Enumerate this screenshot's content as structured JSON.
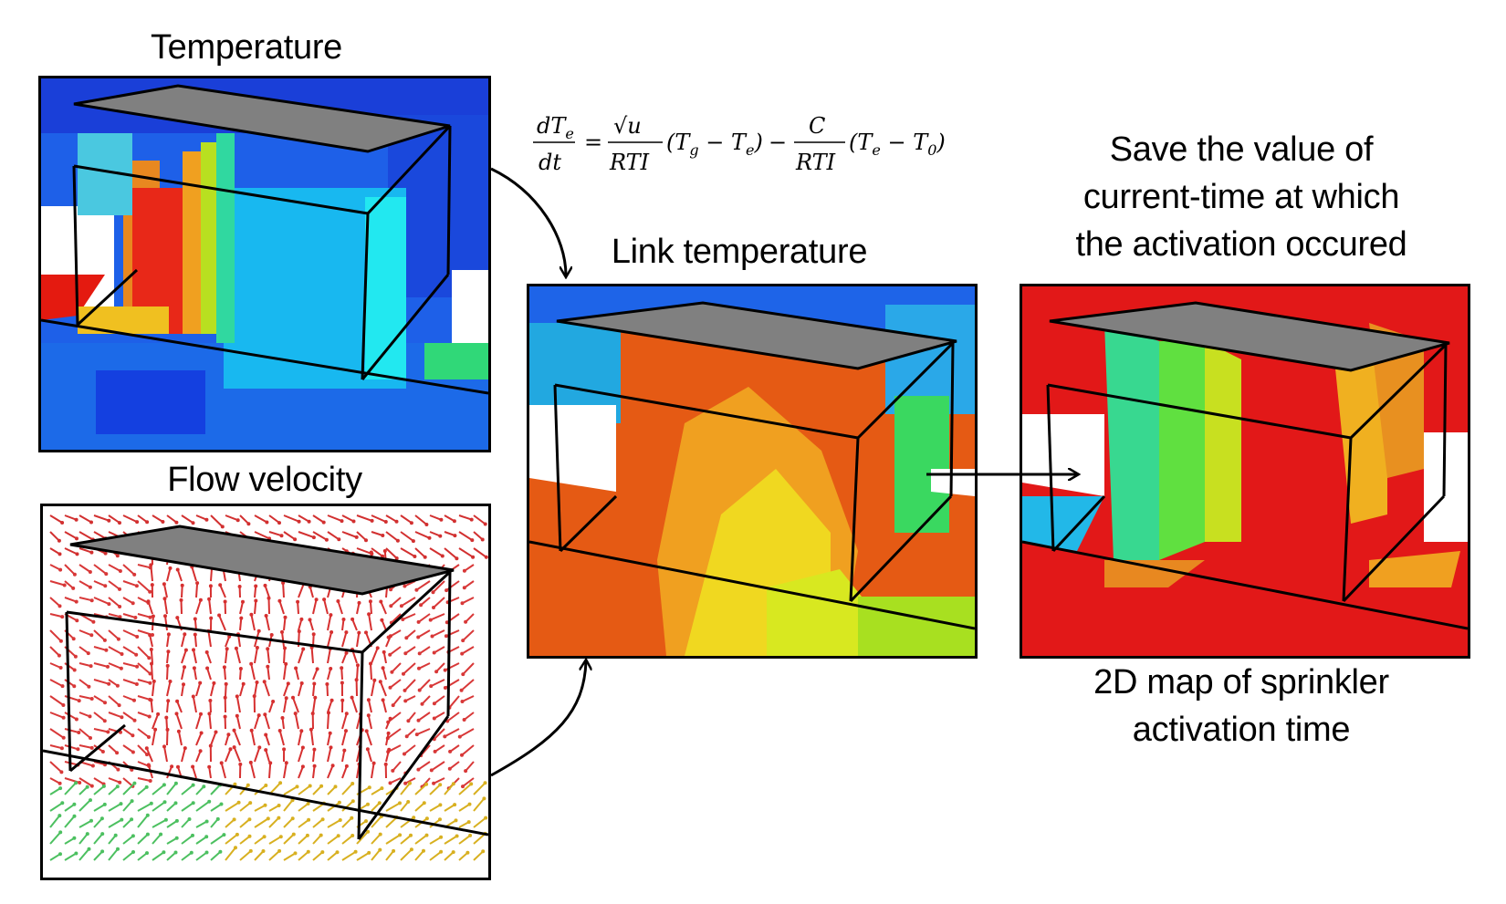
{
  "labels": {
    "temperature": "Temperature",
    "flow_velocity": "Flow velocity",
    "link_temperature": "Link temperature",
    "save_line1": "Save the value of",
    "save_line2": "current-time at which",
    "save_line3": "the activation occured",
    "map_line1": "2D map of sprinkler",
    "map_line2": "activation time"
  },
  "equation": {
    "lhs_num": "dT",
    "lhs_num_sub": "e",
    "lhs_den": "dt",
    "equals": "=",
    "frac1_num": "√u",
    "frac1_den": "RTI",
    "term1": "(T",
    "term1_sub1": "g",
    "term1_mid": " − T",
    "term1_sub2": "e",
    "term1_end": ")",
    "minus": "−",
    "frac2_num": "C",
    "frac2_den": "RTI",
    "term2": "(T",
    "term2_sub1": "e",
    "term2_mid": " − T",
    "term2_sub2": "0",
    "term2_end": ")"
  },
  "colors": {
    "cold_blue": "#1f4fd8",
    "cyan": "#22d8f0",
    "green": "#3fe05a",
    "yellow": "#e8e820",
    "orange": "#e86a10",
    "red": "#e21010",
    "roof_gray": "#808080"
  }
}
